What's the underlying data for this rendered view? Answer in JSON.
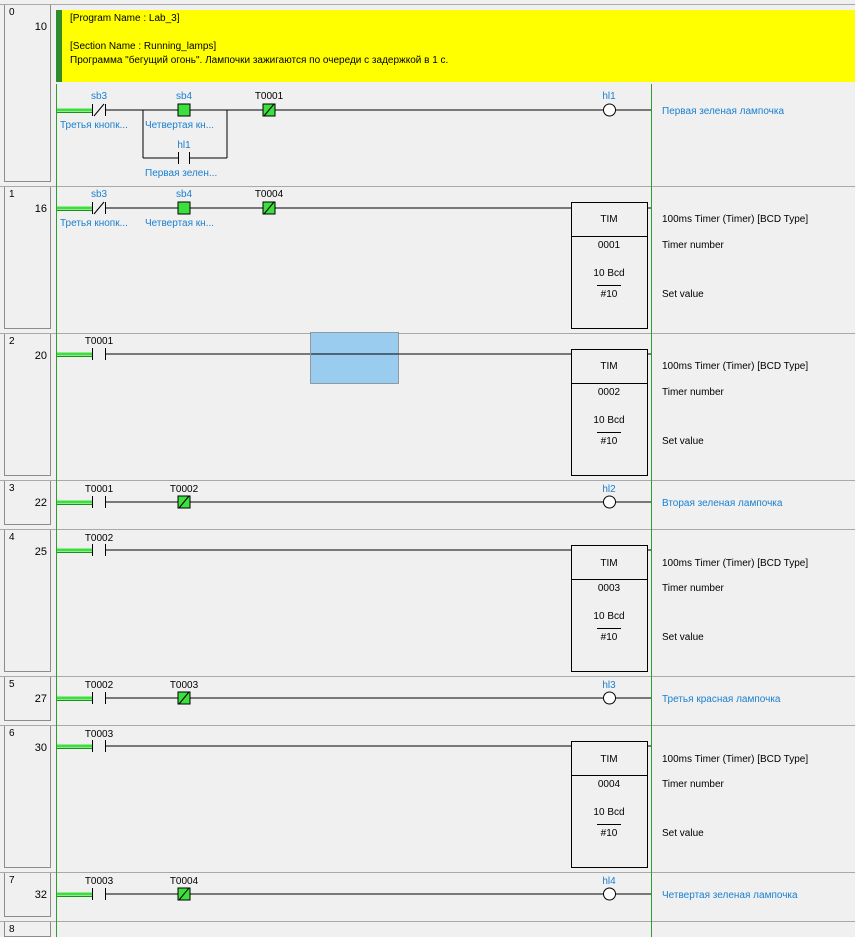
{
  "program_comment": {
    "line1": "[Program Name : Lab_3]",
    "line2": "[Section Name : Running_lamps]",
    "line3": "Программа \"бегущий огонь\". Лампочки зажигаются по очереди с задержкой в 1 с."
  },
  "colors": {
    "power_rail": "#2e9e2e",
    "contact_active": "#3ce03c",
    "comment_bg": "#ffff00",
    "selection": "#99ccee",
    "link_blue": "#1a7fcf"
  },
  "rungs": [
    {
      "index": "0",
      "step": "10"
    },
    {
      "index": "1",
      "step": "16"
    },
    {
      "index": "2",
      "step": "20"
    },
    {
      "index": "3",
      "step": "22"
    },
    {
      "index": "4",
      "step": "25"
    },
    {
      "index": "5",
      "step": "27"
    },
    {
      "index": "6",
      "step": "30"
    },
    {
      "index": "7",
      "step": "32"
    },
    {
      "index": "8",
      "step": ""
    }
  ],
  "rung0": {
    "c1": "sb3",
    "c1_comment": "Третья кнопк...",
    "c2": "sb4",
    "c2_comment": "Четвертая кн...",
    "c3": "T0001",
    "branch": "hl1",
    "branch_comment": "Первая зелен...",
    "coil": "hl1",
    "coil_comment": "Первая зеленая лампочка"
  },
  "rung1": {
    "c1": "sb3",
    "c1_comment": "Третья кнопк...",
    "c2": "sb4",
    "c2_comment": "Четвертая кн...",
    "c3": "T0004",
    "instr": "TIM",
    "op1": "0001",
    "op2_top": "10 Bcd",
    "op2": "#10",
    "comment": "100ms Timer (Timer) [BCD Type]",
    "op1_comment": "Timer number",
    "op2_comment": "Set value"
  },
  "rung2": {
    "c1": "T0001",
    "instr": "TIM",
    "op1": "0002",
    "op2_top": "10 Bcd",
    "op2": "#10",
    "comment": "100ms Timer (Timer) [BCD Type]",
    "op1_comment": "Timer number",
    "op2_comment": "Set value"
  },
  "rung3": {
    "c1": "T0001",
    "c2": "T0002",
    "coil": "hl2",
    "coil_comment": "Вторая зеленая лампочка"
  },
  "rung4": {
    "c1": "T0002",
    "instr": "TIM",
    "op1": "0003",
    "op2_top": "10 Bcd",
    "op2": "#10",
    "comment": "100ms Timer (Timer) [BCD Type]",
    "op1_comment": "Timer number",
    "op2_comment": "Set value"
  },
  "rung5": {
    "c1": "T0002",
    "c2": "T0003",
    "coil": "hl3",
    "coil_comment": "Третья красная лампочка"
  },
  "rung6": {
    "c1": "T0003",
    "instr": "TIM",
    "op1": "0004",
    "op2_top": "10 Bcd",
    "op2": "#10",
    "comment": "100ms Timer (Timer) [BCD Type]",
    "op1_comment": "Timer number",
    "op2_comment": "Set value"
  },
  "rung7": {
    "c1": "T0003",
    "c2": "T0004",
    "coil": "hl4",
    "coil_comment": "Четвертая зеленая лампочка"
  }
}
